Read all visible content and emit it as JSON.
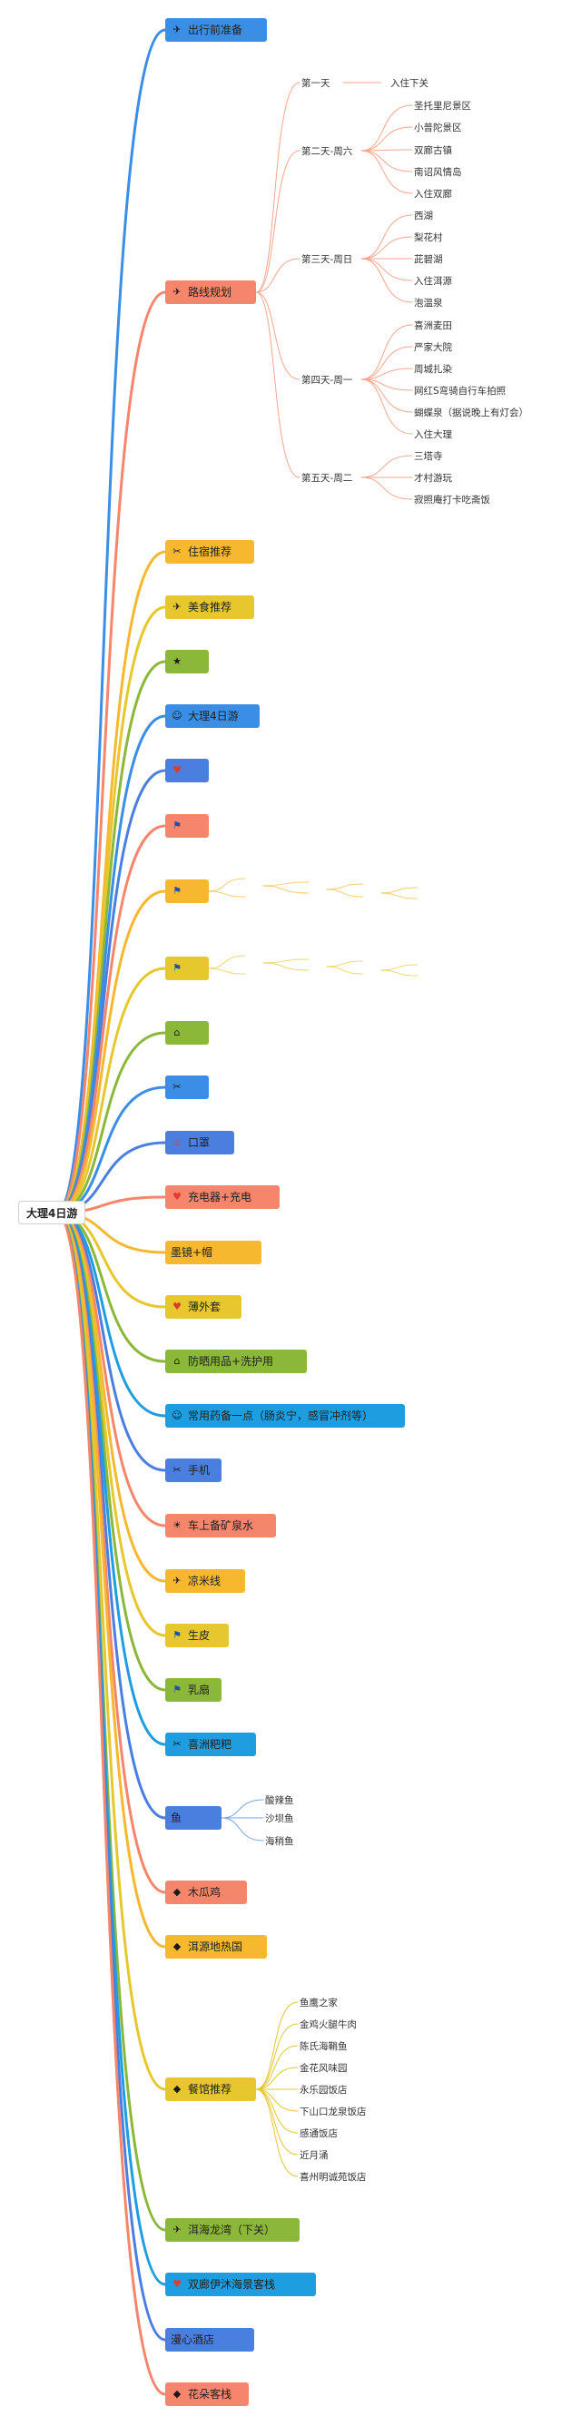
{
  "root": {
    "label": "大理4日游"
  },
  "branches": [
    {
      "label": "出行前准备",
      "color": "#3a8ee6",
      "icon": "paper-plane-icon",
      "glyph": "✈"
    },
    {
      "label": "路线规划",
      "color": "#f5866b",
      "icon": "paper-plane-icon",
      "glyph": "✈"
    },
    {
      "label": "住宿推荐",
      "color": "#f5b82e",
      "icon": "tools-icon",
      "glyph": "✂"
    },
    {
      "label": "美食推荐",
      "color": "#e6c72e",
      "icon": "paper-plane-icon",
      "glyph": "✈"
    },
    {
      "label": "",
      "color": "#8cb83a",
      "icon": "star-icon",
      "glyph": "★"
    },
    {
      "label": "大理4日游",
      "color": "#3a8ee6",
      "icon": "smiley-icon",
      "glyph": "☺"
    },
    {
      "label": "",
      "color": "#4a7fe0",
      "icon": "heart-icon",
      "glyph": "♥"
    },
    {
      "label": "",
      "color": "#f5866b",
      "icon": "flag-icon",
      "glyph": "⚑"
    },
    {
      "label": "",
      "color": "#f5b82e",
      "icon": "flag-icon",
      "glyph": "⚑"
    },
    {
      "label": "",
      "color": "#e6c72e",
      "icon": "flag-icon",
      "glyph": "⚑"
    },
    {
      "label": "",
      "color": "#8cb83a",
      "icon": "house-icon",
      "glyph": "⌂"
    },
    {
      "label": "",
      "color": "#3a8ee6",
      "icon": "tools-icon",
      "glyph": "✂"
    },
    {
      "label": "口罩",
      "color": "#4a7fe0",
      "icon": "fire-icon",
      "glyph": "♨"
    },
    {
      "label": "充电器+充电",
      "color": "#f5866b",
      "icon": "heart-icon",
      "glyph": "♥"
    },
    {
      "label": "墨镜+帽",
      "color": "#f5b82e",
      "icon": "",
      "glyph": ""
    },
    {
      "label": "薄外套",
      "color": "#e6c72e",
      "icon": "heart-icon",
      "glyph": "♥"
    },
    {
      "label": "防晒用品+洗护用",
      "color": "#8cb83a",
      "icon": "house-icon",
      "glyph": "⌂"
    },
    {
      "label": "常用药备一点（肠炎宁，感冒冲剂等）",
      "color": "#1e9ee0",
      "icon": "smiley-icon",
      "glyph": "☺"
    },
    {
      "label": "手机",
      "color": "#4a7fe0",
      "icon": "tools-icon",
      "glyph": "✂"
    },
    {
      "label": "车上备矿泉水",
      "color": "#f5866b",
      "icon": "sun-icon",
      "glyph": "☀"
    },
    {
      "label": "凉米线",
      "color": "#f5b82e",
      "icon": "paper-plane-icon",
      "glyph": "✈"
    },
    {
      "label": "生皮",
      "color": "#e6c72e",
      "icon": "flag-icon",
      "glyph": "⚑"
    },
    {
      "label": "乳扇",
      "color": "#8cb83a",
      "icon": "flag-icon",
      "glyph": "⚑"
    },
    {
      "label": "喜洲粑粑",
      "color": "#1e9ee0",
      "icon": "tools-icon",
      "glyph": "✂"
    },
    {
      "label": "鱼",
      "color": "#4a7fe0",
      "icon": "",
      "glyph": ""
    },
    {
      "label": "木瓜鸡",
      "color": "#f5866b",
      "icon": "diamond-icon",
      "glyph": "◆"
    },
    {
      "label": "洱源地热国",
      "color": "#f5b82e",
      "icon": "diamond-icon",
      "glyph": "◆"
    },
    {
      "label": "餐馆推荐",
      "color": "#e6c72e",
      "icon": "diamond-icon",
      "glyph": "◆"
    },
    {
      "label": "洱海龙湾（下关）",
      "color": "#8cb83a",
      "icon": "paper-plane-icon",
      "glyph": "✈"
    },
    {
      "label": "双廊伊沐海景客栈",
      "color": "#1e9ee0",
      "icon": "heart-icon",
      "glyph": "♥"
    },
    {
      "label": "漫心酒店",
      "color": "#4a7fe0",
      "icon": "",
      "glyph": ""
    },
    {
      "label": "花朵客栈",
      "color": "#f5866b",
      "icon": "diamond-icon",
      "glyph": "◆"
    }
  ],
  "route_days": [
    {
      "day": "第一天",
      "items": [
        "入住下关"
      ]
    },
    {
      "day": "第二天-周六",
      "items": [
        "圣托里尼景区",
        "小普陀景区",
        "双廊古镇",
        "南诏风情岛",
        "入住双廊"
      ]
    },
    {
      "day": "第三天-周日",
      "items": [
        "西湖",
        "梨花村",
        "茈碧湖",
        "入住洱源",
        "泡温泉"
      ]
    },
    {
      "day": "第四天-周一",
      "items": [
        "喜洲麦田",
        "严家大院",
        "周城扎染",
        "网红S弯骑自行车拍照",
        "蝴蝶泉（据说晚上有灯会）",
        "入住大理"
      ]
    },
    {
      "day": "第五天-周二",
      "items": [
        "三塔寺",
        "才村游玩",
        "寂照庵打卡吃斋饭"
      ]
    }
  ],
  "fish_items": [
    "酸辣鱼",
    "沙坝鱼",
    "海稍鱼"
  ],
  "restaurant_items": [
    "鱼鹰之家",
    "金鸡火腿牛肉",
    "陈氏海鞘鱼",
    "金花风味园",
    "永乐园饭店",
    "下山口龙泉饭店",
    "感通饭店",
    "近月涌",
    "喜州明诚苑饭店"
  ]
}
